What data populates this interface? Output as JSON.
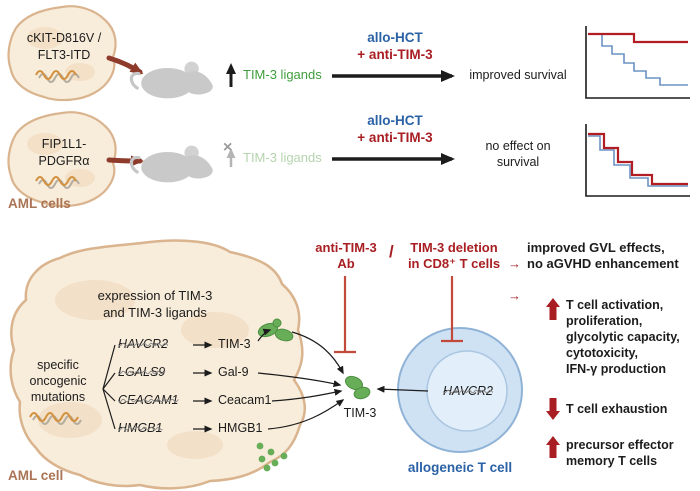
{
  "colors": {
    "dark_red": "#a81e22",
    "brick_arrow": "#8e3b2b",
    "green": "#3f9e3c",
    "faded_green": "#b5d4ae",
    "blue": "#2b62a6",
    "brown_label": "#aa7455",
    "aml_cell_fill": "#f8ecda",
    "aml_cell_border": "#d9b48e",
    "t_cell_fill": "#cfe2f4",
    "chart_red": "#b01e24",
    "chart_blue": "#6b93c4"
  },
  "icons": {
    "x": "×",
    "right_arrow": "→"
  },
  "top": {
    "row1": {
      "mutation": "cKIT-D816V /\nFLT3-ITD",
      "ligands": "TIM-3 ligands",
      "treatment_line1": "allo-HCT",
      "treatment_line2": "+ anti-TIM-3",
      "outcome": "improved survival"
    },
    "row2": {
      "mutation": "FIP1L1-\nPDGFRα",
      "ligands": "TIM-3 ligands",
      "treatment_line1": "allo-HCT",
      "treatment_line2": "+ anti-TIM-3",
      "outcome": "no effect on\nsurvival"
    },
    "aml_cells_label": "AML cells"
  },
  "bottom": {
    "expression_label": "expression of TIM-3\nand TIM-3 ligands",
    "mutations_label": "specific\noncogenic\nmutations",
    "genes": [
      {
        "gene": "HAVCR2",
        "protein": "TIM-3"
      },
      {
        "gene": "LGALS9",
        "protein": "Gal-9"
      },
      {
        "gene": "CEACAM1",
        "protein": "Ceacam1"
      },
      {
        "gene": "HMGB1",
        "protein": "HMGB1"
      }
    ],
    "aml_cell_label": "AML cell",
    "intervention_1": "anti-TIM-3\nAb",
    "divider": "/",
    "intervention_2": "TIM-3 deletion\nin CD8⁺ T cells",
    "gvl_outcome": "improved GVL effects,\nno aGVHD enhancement",
    "tcell_gene": "HAVCR2",
    "tim3_receptor_label": "TIM-3",
    "tcell_label": "allogeneic T cell",
    "effects": [
      {
        "direction": "up",
        "text": "T cell activation,\nproliferation,\nglycolytic capacity,\ncytotoxicity,\nIFN-γ production"
      },
      {
        "direction": "down",
        "text": "T cell exhaustion"
      },
      {
        "direction": "up",
        "text": "precursor effector\nmemory T cells"
      }
    ]
  }
}
